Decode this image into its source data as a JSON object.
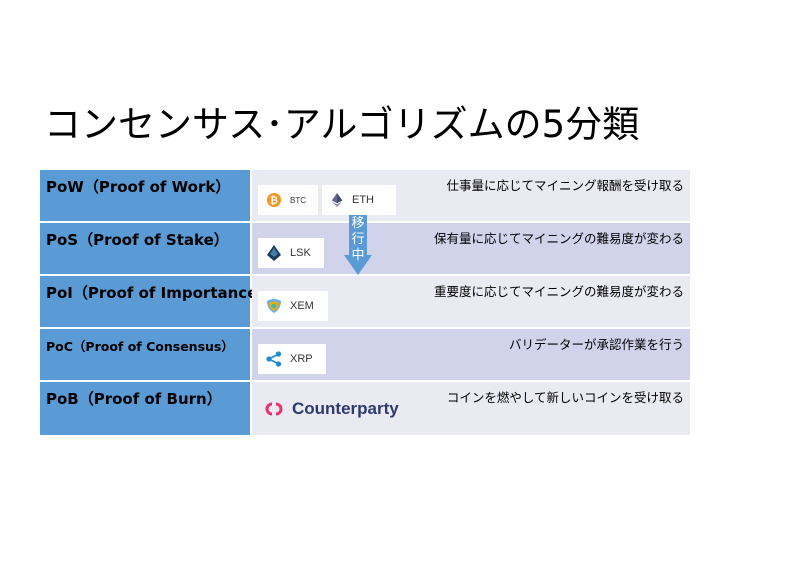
{
  "title": "コンセンサス･アルゴリズムの5分類",
  "rows": [
    {
      "label": "PoW（Proof of Work）",
      "desc": "仕事量に応じてマイニング報酬を受け取る",
      "coins": [
        "BTC",
        "ETH"
      ]
    },
    {
      "label": "PoS（Proof of Stake）",
      "desc": "保有量に応じてマイニングの難易度が変わる",
      "coins": [
        "LSK"
      ]
    },
    {
      "label": "PoI（Proof of Importance）",
      "desc": "重要度に応じてマイニングの難易度が変わる",
      "coins": [
        "XEM"
      ]
    },
    {
      "label": "PoC（Proof of Consensus）",
      "desc": "バリデーターが承認作業を行う",
      "coins": [
        "XRP"
      ]
    },
    {
      "label": "PoB（Proof of Burn）",
      "desc": "コインを燃やして新しいコインを受け取る",
      "coins": [
        "Counterparty"
      ]
    }
  ],
  "arrow": {
    "chars": [
      "移",
      "行",
      "中"
    ]
  },
  "colors": {
    "label_bg": "#5b9bd5",
    "row_light": "#eaeaf2",
    "row_dark": "#d0d3ea",
    "arrow": "#5b9bd5",
    "counterparty_icon": "#e8336d"
  },
  "icons": [
    "bitcoin-icon",
    "ethereum-icon",
    "lisk-icon",
    "nem-icon",
    "ripple-icon",
    "counterparty-icon"
  ]
}
